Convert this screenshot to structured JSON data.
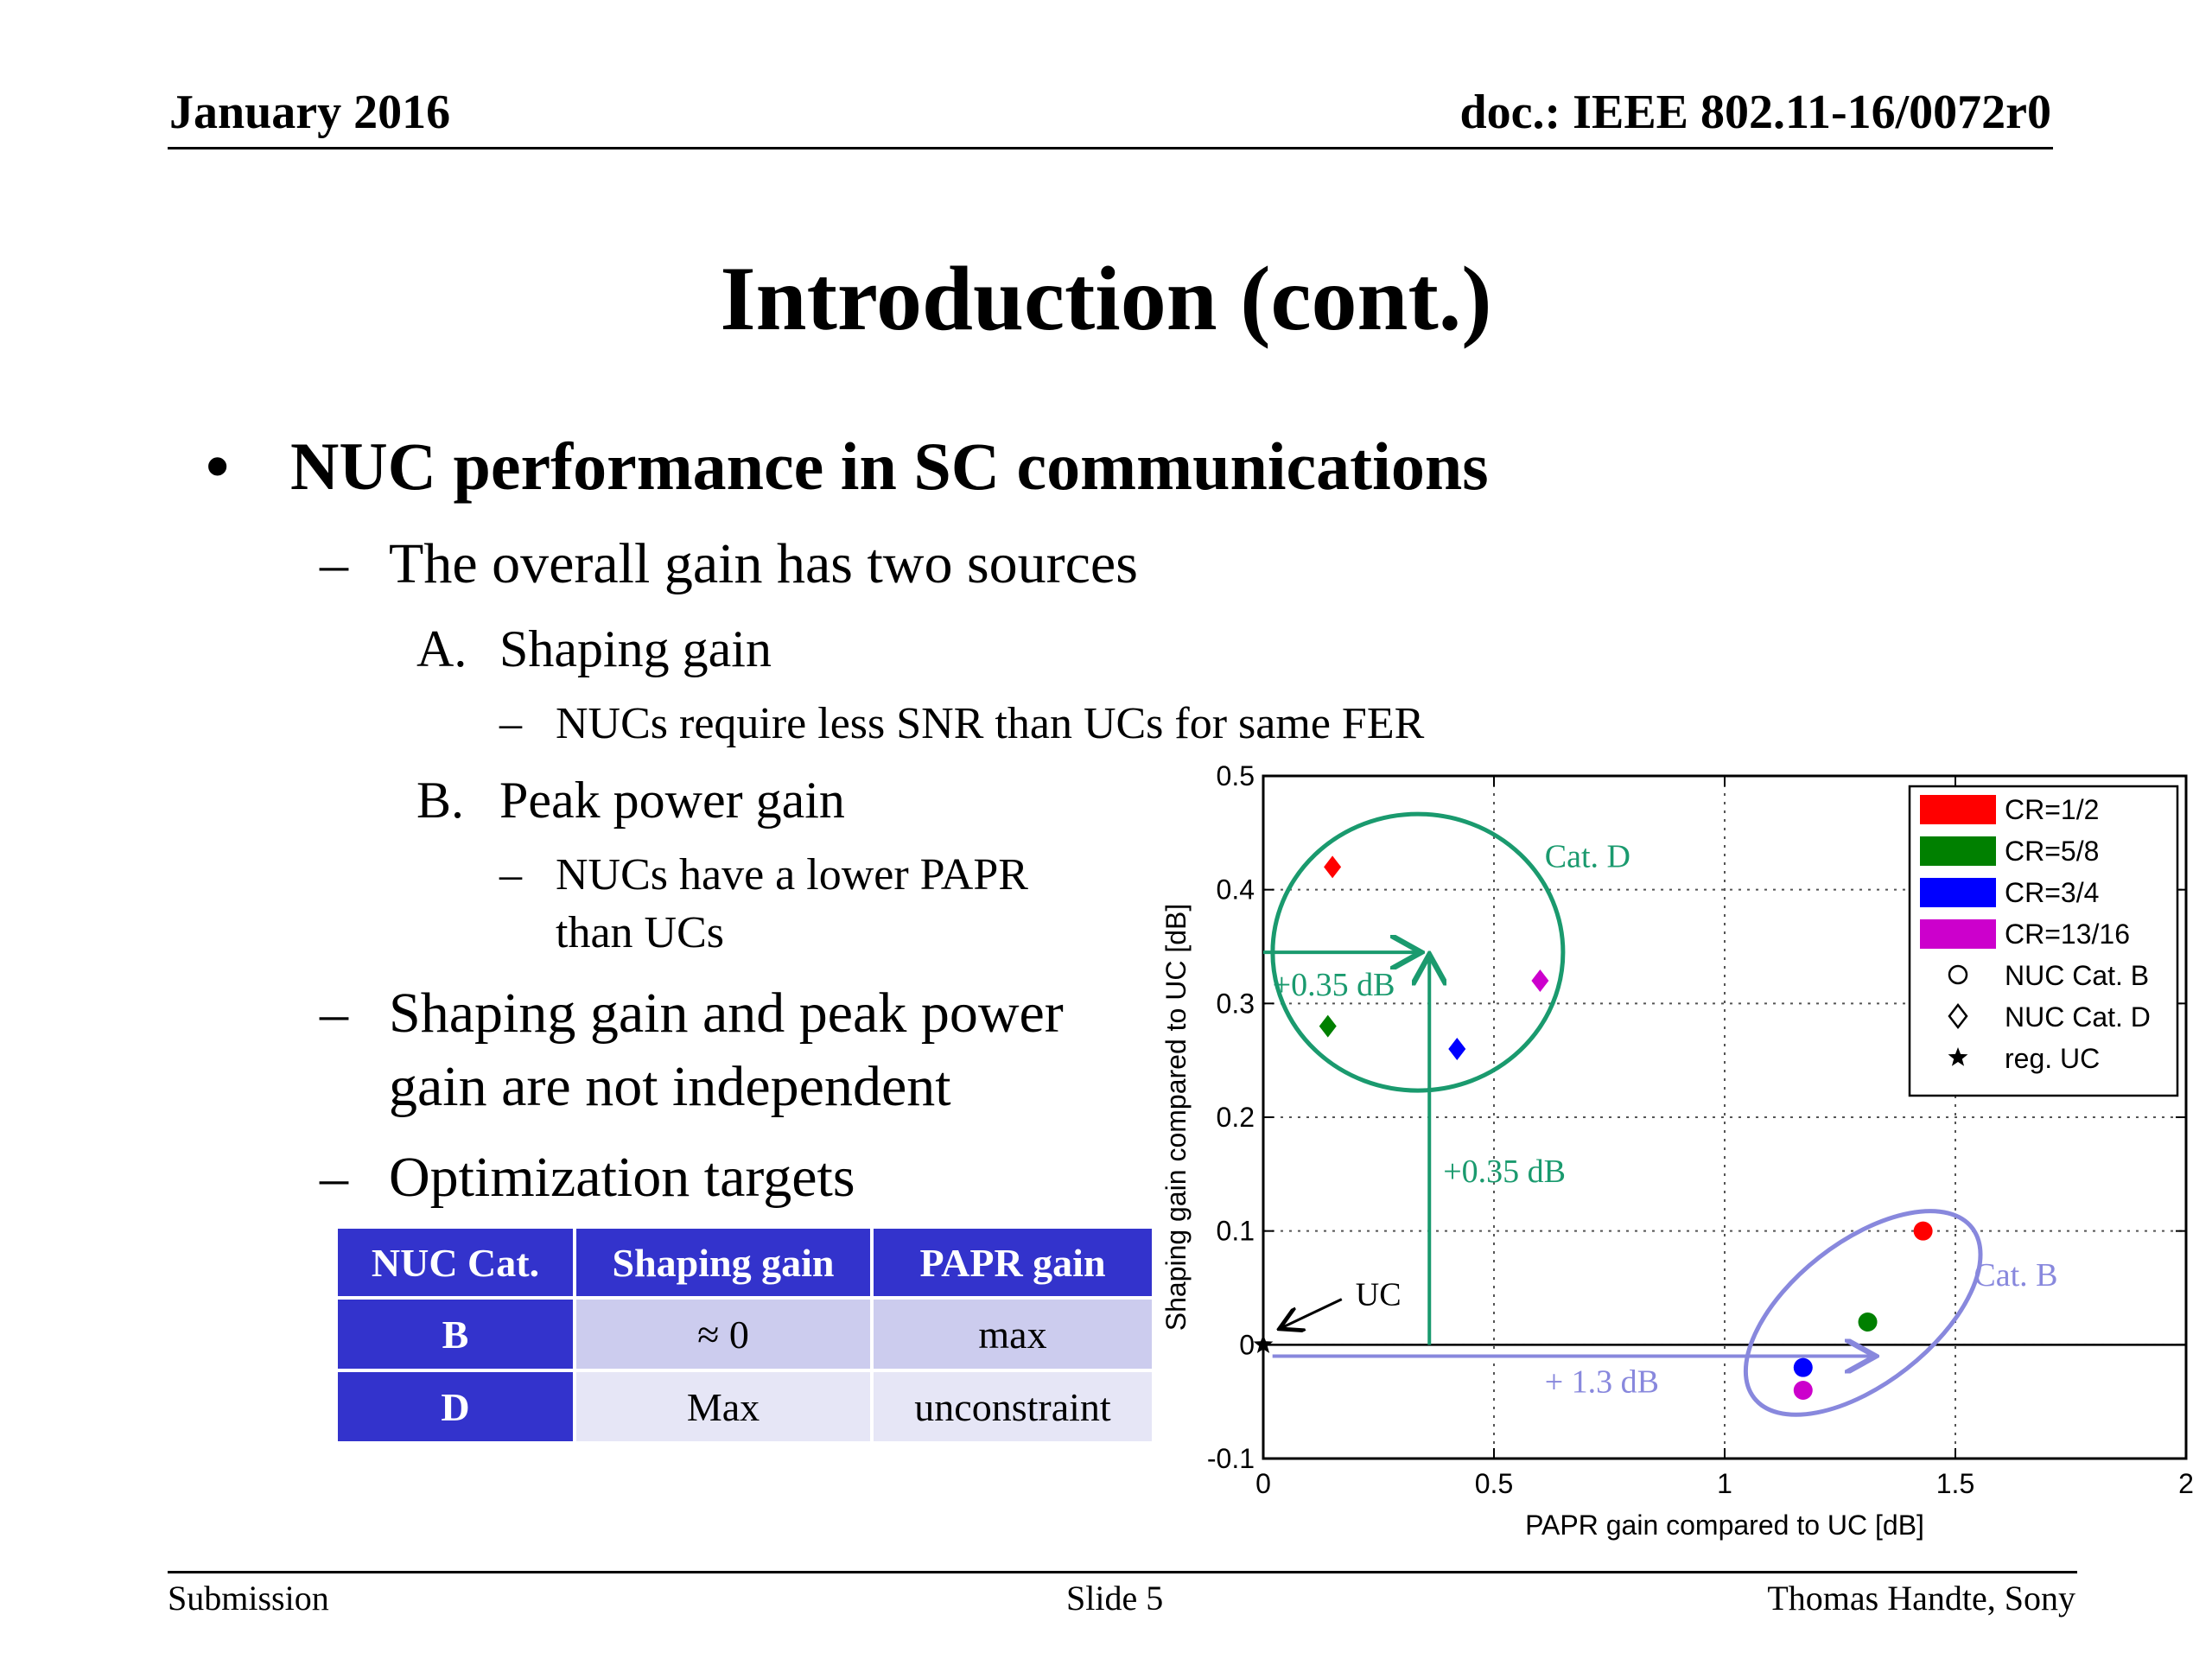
{
  "header": {
    "date": "January 2016",
    "doc": "doc.: IEEE 802.11-16/0072r0"
  },
  "title": "Introduction (cont.)",
  "bullets": {
    "b1": "NUC performance in SC communications",
    "b1_1": "The overall gain has two sources",
    "a_label": "A.",
    "a_text": "Shaping gain",
    "a_sub": "NUCs require less SNR than UCs for same FER",
    "b_label": "B.",
    "b_text": "Peak power gain",
    "b_sub_1": "NUCs have a lower PAPR",
    "b_sub_2": "than UCs",
    "b1_2_l1": "Shaping gain and peak power",
    "b1_2_l2": "gain are not independent",
    "b1_3": "Optimization targets"
  },
  "table": {
    "headers": [
      "NUC Cat.",
      "Shaping gain",
      "PAPR gain"
    ],
    "rows": [
      [
        "B",
        "≈ 0",
        "max"
      ],
      [
        "D",
        "Max",
        "unconstraint"
      ]
    ]
  },
  "chart_data": {
    "type": "scatter",
    "xlabel": "PAPR gain compared to UC [dB]",
    "ylabel": "Shaping gain compared to UC [dB]",
    "xlim": [
      0,
      2
    ],
    "ylim": [
      -0.1,
      0.5
    ],
    "xticks": [
      "0",
      "0.5",
      "1",
      "1.5",
      "2"
    ],
    "yticks": [
      "-0.1",
      "0",
      "0.1",
      "0.2",
      "0.3",
      "0.4",
      "0.5"
    ],
    "grid": true,
    "legend_position": "top-right",
    "legend": [
      {
        "label": "CR=1/2",
        "color": "#ff0000",
        "kind": "swatch"
      },
      {
        "label": "CR=5/8",
        "color": "#008000",
        "kind": "swatch"
      },
      {
        "label": "CR=3/4",
        "color": "#0000ff",
        "kind": "swatch"
      },
      {
        "label": "CR=13/16",
        "color": "#cc00cc",
        "kind": "swatch"
      },
      {
        "label": "NUC Cat. B",
        "kind": "circle"
      },
      {
        "label": "NUC Cat. D",
        "kind": "diamond"
      },
      {
        "label": "reg. UC",
        "kind": "star"
      }
    ],
    "series": [
      {
        "name": "NUC Cat. B",
        "marker": "circle",
        "points": [
          {
            "x": 1.43,
            "y": 0.1,
            "color": "#ff0000"
          },
          {
            "x": 1.31,
            "y": 0.02,
            "color": "#008000"
          },
          {
            "x": 1.17,
            "y": -0.02,
            "color": "#0000ff"
          },
          {
            "x": 1.17,
            "y": -0.04,
            "color": "#cc00cc"
          }
        ]
      },
      {
        "name": "NUC Cat. D",
        "marker": "diamond",
        "points": [
          {
            "x": 0.15,
            "y": 0.42,
            "color": "#ff0000"
          },
          {
            "x": 0.14,
            "y": 0.28,
            "color": "#008000"
          },
          {
            "x": 0.42,
            "y": 0.26,
            "color": "#0000ff"
          },
          {
            "x": 0.6,
            "y": 0.32,
            "color": "#cc00cc"
          }
        ]
      },
      {
        "name": "reg. UC",
        "marker": "star",
        "points": [
          {
            "x": 0,
            "y": 0,
            "color": "#000000"
          }
        ]
      }
    ],
    "annotations": {
      "cat_d": "Cat. D",
      "cat_b": "Cat. B",
      "uc": "UC",
      "gain_d_horizontal": "+0.35 dB",
      "gain_d_vertical": "+0.35 dB",
      "gain_b": "+ 1.3 dB",
      "color_d": "#1a9a6e",
      "color_b": "#8888dd"
    }
  },
  "footer": {
    "left": "Submission",
    "center": "Slide 5",
    "right": "Thomas Handte, Sony"
  }
}
